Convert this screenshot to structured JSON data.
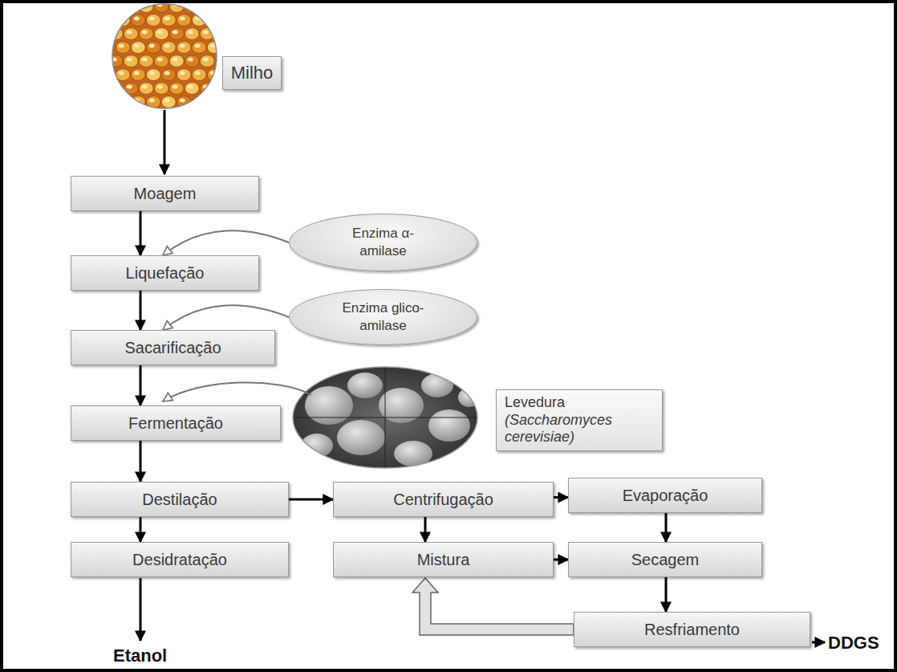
{
  "diagram": {
    "nodes": [
      {
        "text": [
          "Milho"
        ]
      },
      {
        "text": [
          "Moagem"
        ]
      },
      {
        "text": [
          "Enzima α- amilase"
        ]
      },
      {
        "text": [
          "Liquefação"
        ]
      },
      {
        "text": [
          "Enzima glico- amilase"
        ]
      },
      {
        "text": [
          "Sacarificação"
        ]
      },
      {
        "text": [
          "Levedura",
          "(Saccharomyces cerevisiae)"
        ]
      },
      {
        "text": [
          "Fermentação"
        ]
      },
      {
        "text": [
          "Destilação"
        ]
      },
      {
        "text": [
          "Centrifugação"
        ]
      },
      {
        "text": [
          "Evaporação"
        ]
      },
      {
        "text": [
          "Desidratação"
        ]
      },
      {
        "text": [
          "Mistura"
        ]
      },
      {
        "text": [
          "Secagem"
        ]
      },
      {
        "text": [
          "Resfriamento"
        ]
      }
    ],
    "edges": [
      {
        "from": 1,
        "to": 3,
        "arrow": "to"
      },
      {
        "from": 2,
        "to": 3,
        "arrow": "to"
      },
      {
        "from": 3,
        "to": 5,
        "arrow": "to"
      },
      {
        "from": 4,
        "to": 5,
        "arrow": "to"
      },
      {
        "from": 5,
        "to": 7,
        "arrow": "to"
      },
      {
        "from": 7,
        "to": 8,
        "arrow": "to"
      },
      {
        "from": 8,
        "to": 11,
        "arrow": "to"
      },
      {
        "from": 8,
        "to": 9,
        "arrow": "to"
      },
      {
        "from": 9,
        "to": 10,
        "arrow": "to"
      },
      {
        "from": 9,
        "to": 12,
        "arrow": "to"
      },
      {
        "from": 10,
        "to": 13,
        "arrow": "to"
      },
      {
        "from": 12,
        "to": 13,
        "arrow": "to"
      },
      {
        "from": 13,
        "to": 14,
        "arrow": "to"
      },
      {
        "from": 14,
        "to": 12,
        "arrow": "to"
      }
    ],
    "labels": [
      "Etanol",
      "DDGS"
    ]
  }
}
